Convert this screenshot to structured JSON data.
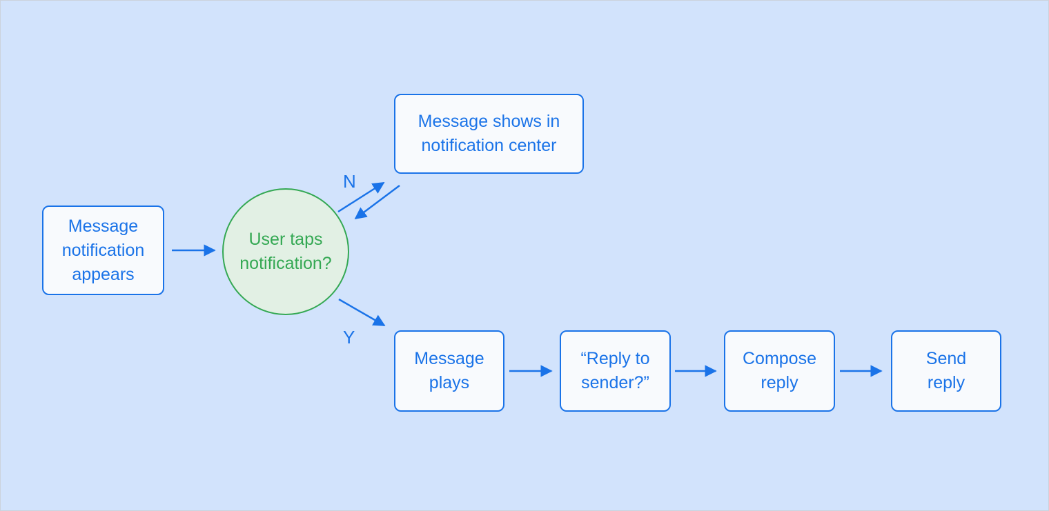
{
  "diagram": {
    "type": "flowchart",
    "colors": {
      "blue": "#1a73e8",
      "green": "#34a853",
      "bg": "#d2e3fc",
      "node-fill": "#f8fafd",
      "decision-fill": "#e2f0e4"
    },
    "nodes": {
      "start": "Message\nnotification\nappears",
      "decision": "User taps\nnotification?",
      "no_result": "Message shows in\nnotification center",
      "yes_step1": "Message\nplays",
      "yes_step2": "“Reply to\nsender?”",
      "yes_step3": "Compose\nreply",
      "yes_step4": "Send\nreply"
    },
    "edges": [
      {
        "from": "Message notification appears",
        "to": "User taps notification?",
        "label": ""
      },
      {
        "from": "User taps notification?",
        "to": "Message shows in notification center",
        "label": "N"
      },
      {
        "from": "Message shows in notification center",
        "to": "User taps notification?",
        "label": ""
      },
      {
        "from": "User taps notification?",
        "to": "Message plays",
        "label": "Y"
      },
      {
        "from": "Message plays",
        "to": "“Reply to sender?”",
        "label": ""
      },
      {
        "from": "“Reply to sender?”",
        "to": "Compose reply",
        "label": ""
      },
      {
        "from": "Compose reply",
        "to": "Send reply",
        "label": ""
      }
    ]
  }
}
